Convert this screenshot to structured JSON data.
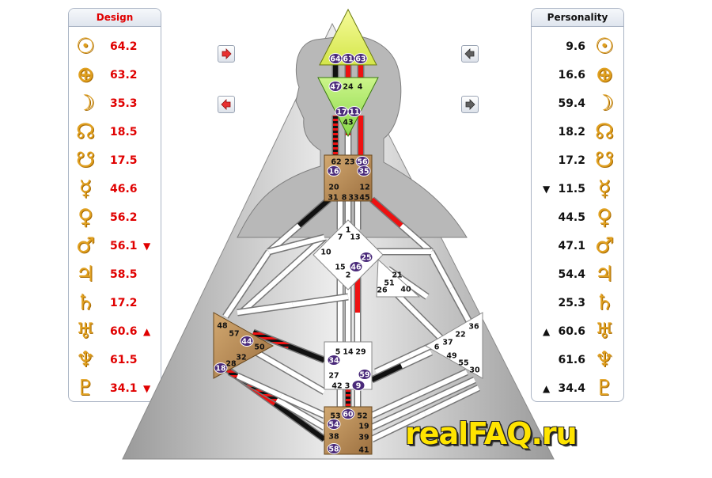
{
  "design": {
    "title": "Design",
    "rows": [
      {
        "planet": "sun-icon",
        "glyph": "☉",
        "value": "64.2",
        "arrow": ""
      },
      {
        "planet": "earth-icon",
        "glyph": "⊕",
        "value": "63.2",
        "arrow": ""
      },
      {
        "planet": "moon-icon",
        "glyph": "☽",
        "value": "35.3",
        "arrow": ""
      },
      {
        "planet": "north-node-icon",
        "glyph": "☊",
        "value": "18.5",
        "arrow": ""
      },
      {
        "planet": "south-node-icon",
        "glyph": "☋",
        "value": "17.5",
        "arrow": ""
      },
      {
        "planet": "mercury-icon",
        "glyph": "☿",
        "value": "46.6",
        "arrow": ""
      },
      {
        "planet": "venus-icon",
        "glyph": "♀",
        "value": "56.2",
        "arrow": ""
      },
      {
        "planet": "mars-icon",
        "glyph": "♂",
        "value": "56.1",
        "arrow": "▼"
      },
      {
        "planet": "jupiter-icon",
        "glyph": "♃",
        "value": "58.5",
        "arrow": ""
      },
      {
        "planet": "saturn-icon",
        "glyph": "♄",
        "value": "17.2",
        "arrow": ""
      },
      {
        "planet": "uranus-icon",
        "glyph": "♅",
        "value": "60.6",
        "arrow": "▲"
      },
      {
        "planet": "neptune-icon",
        "glyph": "♆",
        "value": "61.5",
        "arrow": ""
      },
      {
        "planet": "pluto-icon",
        "glyph": "♇",
        "value": "34.1",
        "arrow": "▼"
      }
    ]
  },
  "personality": {
    "title": "Personality",
    "rows": [
      {
        "planet": "sun-icon",
        "glyph": "☉",
        "value": "9.6",
        "arrow": ""
      },
      {
        "planet": "earth-icon",
        "glyph": "⊕",
        "value": "16.6",
        "arrow": ""
      },
      {
        "planet": "moon-icon",
        "glyph": "☽",
        "value": "59.4",
        "arrow": ""
      },
      {
        "planet": "north-node-icon",
        "glyph": "☊",
        "value": "18.2",
        "arrow": ""
      },
      {
        "planet": "south-node-icon",
        "glyph": "☋",
        "value": "17.2",
        "arrow": ""
      },
      {
        "planet": "mercury-icon",
        "glyph": "☿",
        "value": "11.5",
        "arrow": "▼"
      },
      {
        "planet": "venus-icon",
        "glyph": "♀",
        "value": "44.5",
        "arrow": ""
      },
      {
        "planet": "mars-icon",
        "glyph": "♂",
        "value": "47.1",
        "arrow": ""
      },
      {
        "planet": "jupiter-icon",
        "glyph": "♃",
        "value": "54.4",
        "arrow": ""
      },
      {
        "planet": "saturn-icon",
        "glyph": "♄",
        "value": "25.3",
        "arrow": ""
      },
      {
        "planet": "uranus-icon",
        "glyph": "♅",
        "value": "60.6",
        "arrow": "▲"
      },
      {
        "planet": "neptune-icon",
        "glyph": "♆",
        "value": "61.6",
        "arrow": ""
      },
      {
        "planet": "pluto-icon",
        "glyph": "♇",
        "value": "34.4",
        "arrow": "▲"
      }
    ]
  },
  "nav_buttons": [
    {
      "name": "design-next-button",
      "icon": "right-arrow-icon",
      "color": "#e83030"
    },
    {
      "name": "design-prev-button",
      "icon": "left-arrow-icon",
      "color": "#e83030"
    },
    {
      "name": "personality-prev-button",
      "icon": "left-arrow-icon",
      "color": "#606060"
    },
    {
      "name": "personality-next-button",
      "icon": "right-arrow-icon",
      "color": "#606060"
    }
  ],
  "centers": {
    "head": {
      "gates": [
        "64",
        "61",
        "63"
      ],
      "color": "#e6f25a"
    },
    "ajna": {
      "gates": [
        "47",
        "24",
        "4",
        "17",
        "11",
        "43"
      ],
      "color": "#a8ea5c"
    },
    "throat": {
      "gates": [
        "62",
        "23",
        "56",
        "16",
        "35",
        "20",
        "12",
        "31",
        "8",
        "33",
        "45"
      ],
      "color": "#b88a4e"
    },
    "g": {
      "gates": [
        "1",
        "7",
        "13",
        "10",
        "25",
        "15",
        "46",
        "2"
      ],
      "color": "#ffffff"
    },
    "heart": {
      "gates": [
        "21",
        "51",
        "26",
        "40"
      ],
      "color": "#ffffff"
    },
    "spleen": {
      "gates": [
        "48",
        "57",
        "44",
        "50",
        "32",
        "28",
        "18"
      ],
      "color": "#b88a4e"
    },
    "sacral": {
      "gates": [
        "5",
        "14",
        "29",
        "34",
        "27",
        "59",
        "42",
        "3",
        "9"
      ],
      "color": "#ffffff"
    },
    "solar_plexus": {
      "gates": [
        "36",
        "22",
        "37",
        "6",
        "49",
        "55",
        "30"
      ],
      "color": "#ffffff"
    },
    "root": {
      "gates": [
        "53",
        "60",
        "52",
        "54",
        "19",
        "38",
        "39",
        "58",
        "41"
      ],
      "color": "#b88a4e"
    }
  },
  "highlighted_gates": [
    "64",
    "61",
    "63",
    "47",
    "17",
    "11",
    "56",
    "16",
    "35",
    "25",
    "46",
    "44",
    "18",
    "34",
    "59",
    "9",
    "60",
    "54",
    "58"
  ],
  "colors": {
    "design": "#e00000",
    "personality": "#111111",
    "highlight": "#4a2a7a",
    "accent": "#e0a020"
  },
  "watermark": "realFAQ.ru"
}
